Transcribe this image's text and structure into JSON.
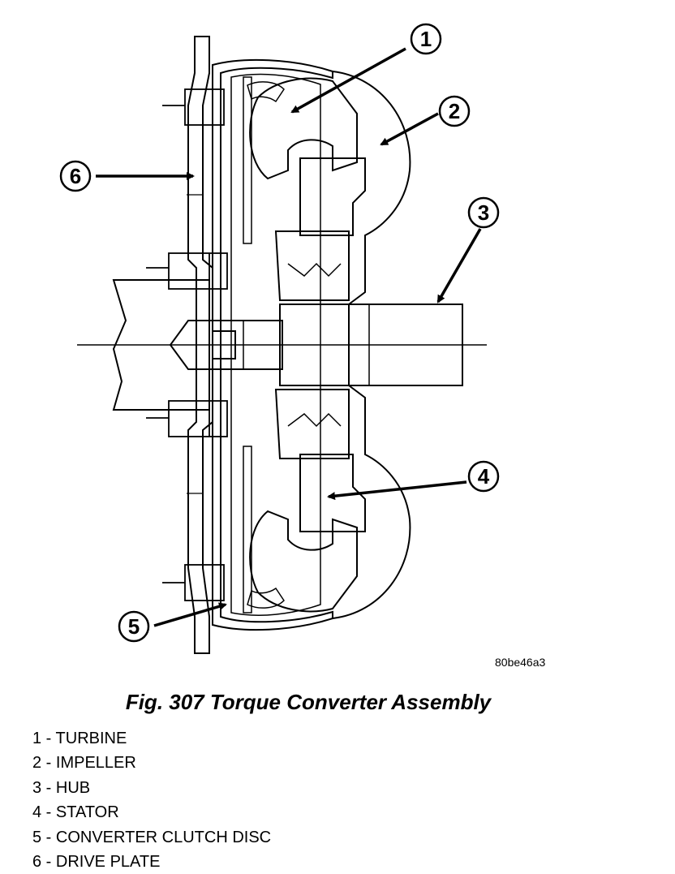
{
  "figure": {
    "id_code": "80be46a3",
    "caption": "Fig. 307 Torque Converter Assembly"
  },
  "callouts": [
    "1",
    "2",
    "3",
    "4",
    "5",
    "6"
  ],
  "legend": [
    "1 - TURBINE",
    "2 - IMPELLER",
    "3 - HUB",
    "4 - STATOR",
    "5 - CONVERTER CLUTCH DISC",
    "6 - DRIVE PLATE"
  ],
  "colors": {
    "line": "#000000",
    "background": "#ffffff"
  }
}
